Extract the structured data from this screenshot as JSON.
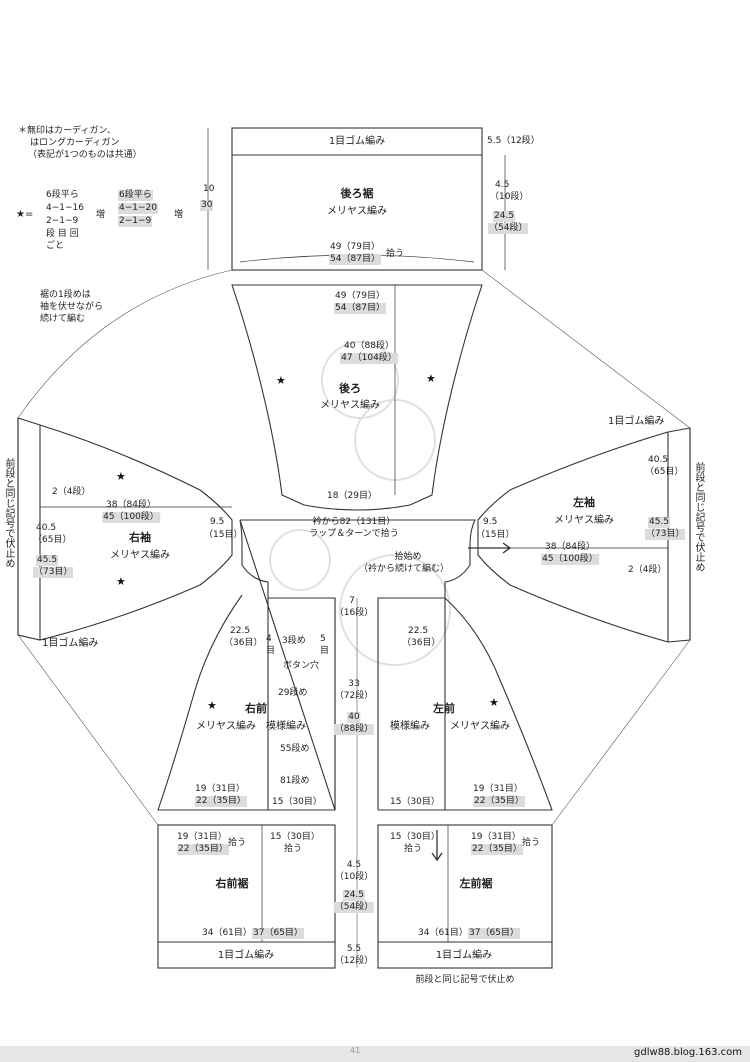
{
  "notes": {
    "line1": "＊無印はカーディガン、",
    "line2": "はロングカーディガン",
    "line3": "（表記が1つのものは共通）"
  },
  "increase": {
    "star": "★=",
    "cardigan": [
      "6段平ら",
      "4−1−16",
      "2−1−9"
    ],
    "long": [
      "6段平ら",
      "4−1−20",
      "2−1−9"
    ],
    "mark": "増",
    "legend1": "段 目 回",
    "legend2": "ごと"
  },
  "hem_note": [
    "裾の1段めは",
    "袖を伏せながら",
    "続けて編む"
  ],
  "back_hem": {
    "title": "後ろ裾",
    "stitch": "メリヤス編み",
    "rib": "1目ゴム編み",
    "rib_height": "5.5（12段）",
    "height_a": "10",
    "height_b": "30",
    "rows_a": "4.5",
    "rows_a2": "（10段）",
    "rows_b": "24.5",
    "rows_b2": "（54段）",
    "width_a": "49（79目）",
    "width_b": "54（87目）",
    "pickup": "拾う"
  },
  "back": {
    "title": "後ろ",
    "stitch": "メリヤス編み",
    "width_a": "49（79目）",
    "width_b": "54（87目）",
    "len_a": "40（88段）",
    "len_b": "47（104段）",
    "neck": "18（29目）"
  },
  "collar": {
    "line1": "衿から82（131目）",
    "line2": "ラップ＆ターンで拾う",
    "pick1": "拾始め",
    "pick2": "（衿から続けて編む）"
  },
  "right_sleeve": {
    "title": "右袖",
    "stitch": "メリヤス編み",
    "rows": "2（4段）",
    "len_a": "38（84段）",
    "len_b": "45（100段）",
    "top_a": "9.5",
    "top_b": "（15目）",
    "w_a": "40.5",
    "w_a2": "（65目）",
    "w_b": "45.5",
    "w_b2": "（73目）",
    "rib": "1目ゴム編み",
    "bindoff": "前段と同じ記号で伏止め"
  },
  "left_sleeve": {
    "title": "左袖",
    "stitch": "メリヤス編み",
    "rows": "2（4段）",
    "len_a": "38（84段）",
    "len_b": "45（100段）",
    "top_a": "9.5",
    "top_b": "（15目）",
    "w_a": "40.5",
    "w_a2": "（65目）",
    "w_b": "45.5",
    "w_b2": "（73目）",
    "rib": "1目ゴム編み",
    "bindoff": "前段と同じ記号で伏止め"
  },
  "front_center": {
    "neck_a": "7",
    "neck_b": "（16段）",
    "len_a": "33",
    "len_b": "（72段）",
    "len_c": "40",
    "len_d": "（88段）"
  },
  "right_front": {
    "title": "右前",
    "stitch1": "メリヤス編み",
    "stitch2": "模様編み",
    "shoulder_a": "22.5",
    "shoulder_b": "（36目）",
    "r3": "3段め",
    "c4": "4",
    "c4b": "目",
    "c5": "5",
    "c5b": "目",
    "button": "ボタン穴",
    "r29": "29段め",
    "r55": "55段め",
    "r81": "81段め",
    "w1a": "19（31目）",
    "w1b": "22（35目）",
    "w2": "15（30目）"
  },
  "left_front": {
    "title": "左前",
    "stitch1": "模様編み",
    "stitch2": "メリヤス編み",
    "shoulder_a": "22.5",
    "shoulder_b": "（36目）",
    "w1a": "19（31目）",
    "w1b": "22（35目）",
    "w2": "15（30目）"
  },
  "right_hem": {
    "title": "右前裾",
    "w1a": "19（31目）",
    "w1b": "22（35目）",
    "w2": "15（30目）",
    "pick": "拾う",
    "bottom_a": "34（61目）",
    "bottom_b": "37（65目）",
    "rib": "1目ゴム編み"
  },
  "left_hem": {
    "title": "左前裾",
    "w1a": "19（31目）",
    "w1b": "22（35目）",
    "w2": "15（30目）",
    "pick": "拾う",
    "bottom_a": "34（61目）",
    "bottom_b": "37（65目）",
    "rib": "1目ゴム編み",
    "bindoff": "前段と同じ記号で伏止め"
  },
  "hem_center": {
    "a": "4.5",
    "a2": "（10段）",
    "b": "24.5",
    "b2": "（54段）",
    "c": "5.5",
    "c2": "（12段）"
  },
  "footer": {
    "page": "41",
    "url": "gdlw88.blog.163.com"
  }
}
